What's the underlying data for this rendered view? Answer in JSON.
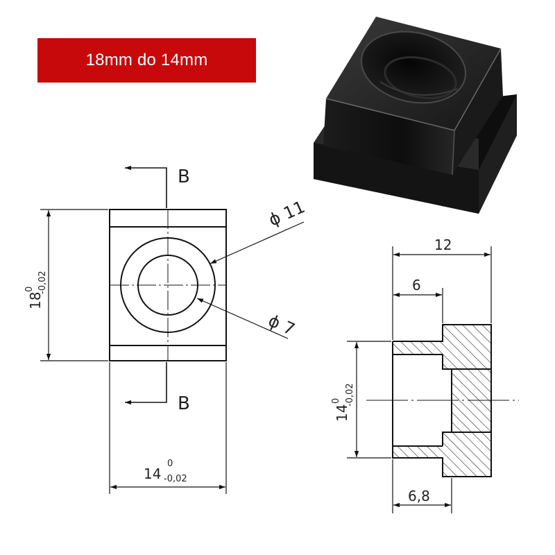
{
  "banner": {
    "text": "18mm do 14mm",
    "color": "#c8090b"
  },
  "front_view": {
    "section_label_top": "B",
    "section_label_bottom": "B",
    "height_nominal": "18",
    "height_upper_tol": "0",
    "height_lower_tol": "-0,02",
    "width_nominal": "14",
    "width_upper_tol": "0",
    "width_lower_tol": "-0,02",
    "outer_diameter": "ϕ 11",
    "inner_diameter": "ϕ 7"
  },
  "section_view": {
    "total_length": "12",
    "shoulder_length": "6",
    "bore_depth": "6,8",
    "height_nominal": "14",
    "height_upper_tol": "0",
    "height_lower_tol": "-0,02"
  },
  "product_photo": {
    "color": "#111111"
  }
}
